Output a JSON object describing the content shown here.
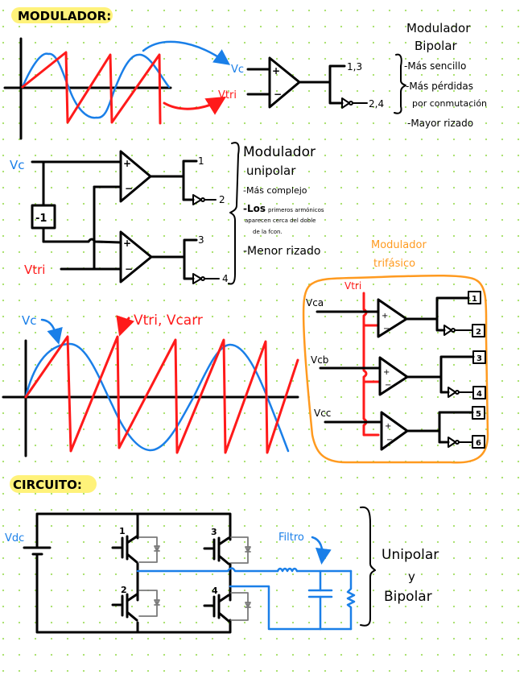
{
  "sections": {
    "modulador": {
      "heading": "MODULADOR:",
      "signal_labels": {
        "control": "Vc",
        "triangle": "Vtri"
      },
      "outputs": {
        "top": "1,3",
        "bottom": "2,4"
      }
    },
    "bipolar_notes": {
      "title_line1": "Modulador",
      "title_line2": "Bipolar",
      "items": [
        "-Más sencillo",
        "-Más pérdidas",
        "por conmutación",
        "-Mayor rizado"
      ]
    },
    "unipolar_circuit": {
      "input_control": "Vc",
      "input_triangle": "Vtri",
      "inverter_block": "-1",
      "outputs": [
        "1",
        "2",
        "3",
        "4"
      ]
    },
    "unipolar_notes": {
      "title_line1": "Modulador",
      "title_line2": "unipolar",
      "items": [
        "-Más complejo",
        "-Los",
        "primeros armónicos",
        "aparecen cerca del doble",
        "de la fcon.",
        "-Menor rizado"
      ]
    },
    "waveform": {
      "control_label": "Vc",
      "carrier_label": "Vtri, Vcarr"
    },
    "trifasico": {
      "title_line1": "Modulador",
      "title_line2": "trifásico",
      "carrier_label": "Vtri",
      "inputs": [
        "Vca",
        "Vcb",
        "Vcc"
      ],
      "outputs": [
        "1",
        "2",
        "3",
        "4",
        "5",
        "6"
      ]
    },
    "circuito": {
      "heading": "CIRCUITO:",
      "source_label": "Vdc",
      "switch_labels": [
        "1",
        "2",
        "3",
        "4"
      ],
      "filter_label": "Filtro",
      "note_line1": "Unipolar",
      "note_line2": "y",
      "note_line3": "Bipolar"
    }
  },
  "colors": {
    "highlight": "#fff27a",
    "control_signal": "#1a7fe8",
    "carrier_signal": "#ff1a1a",
    "trifasico_accent": "#ff9a1f",
    "grid_dots": "#a8e06a"
  }
}
